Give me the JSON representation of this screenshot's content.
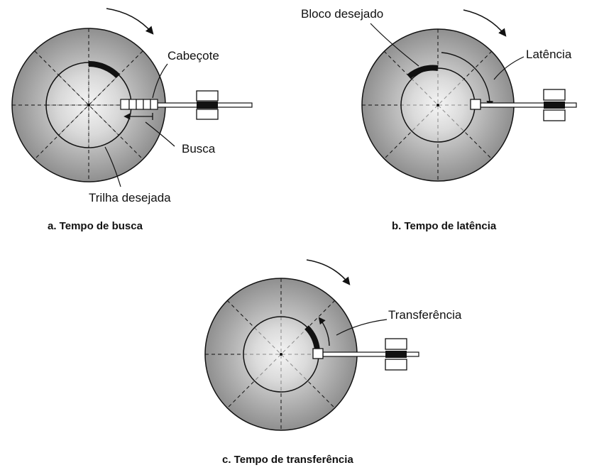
{
  "panels": {
    "seek": {
      "caption": "a. Tempo de busca",
      "label_head": "Cabeçote",
      "label_seek": "Busca",
      "label_track": "Trilha desejada"
    },
    "latency": {
      "caption": "b. Tempo de latência",
      "label_block": "Bloco desejado",
      "label_latency": "Latência"
    },
    "transfer": {
      "caption": "c. Tempo de transferência",
      "label_transfer": "Transferência"
    }
  },
  "colors": {
    "platter_dark": "#8a8a8a",
    "platter_light": "#ffffff",
    "block": "#111111",
    "line": "#111111"
  }
}
